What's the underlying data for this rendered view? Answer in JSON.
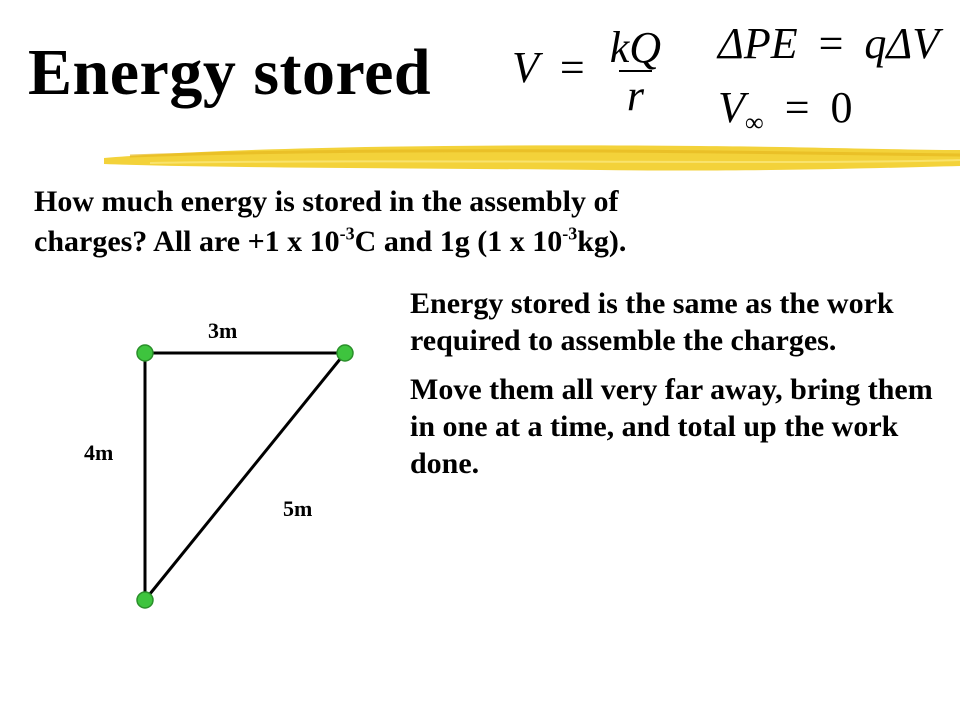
{
  "slide": {
    "title": "Energy stored",
    "equations": {
      "potential": {
        "lhs": "V",
        "eq": "=",
        "numerator": "kQ",
        "denominator": "r"
      },
      "energy": {
        "lhs": "ΔPE",
        "eq": "=",
        "rhs_q": "q",
        "rhs_dv": "ΔV"
      },
      "infinity": {
        "lhs": "V",
        "subscript": "∞",
        "eq": "=",
        "rhs": "0"
      }
    },
    "question": {
      "line1": "How much energy is stored in the assembly of",
      "line2_a": "charges?  All are +1 x 10",
      "line2_exp1": "-3",
      "line2_b": "C and 1g (1 x 10",
      "line2_exp2": "-3",
      "line2_c": "kg)."
    },
    "explanation": {
      "p1": "Energy stored is the same as the work required to assemble the charges.",
      "p2": "Move them all very far away, bring them in one at a time, and total up the work done."
    },
    "diagram": {
      "side_top": "3m",
      "side_left": "4m",
      "side_hyp": "5m",
      "charge_color": "#3ec43e"
    },
    "colors": {
      "accent_bar": "#f3d23a"
    }
  }
}
